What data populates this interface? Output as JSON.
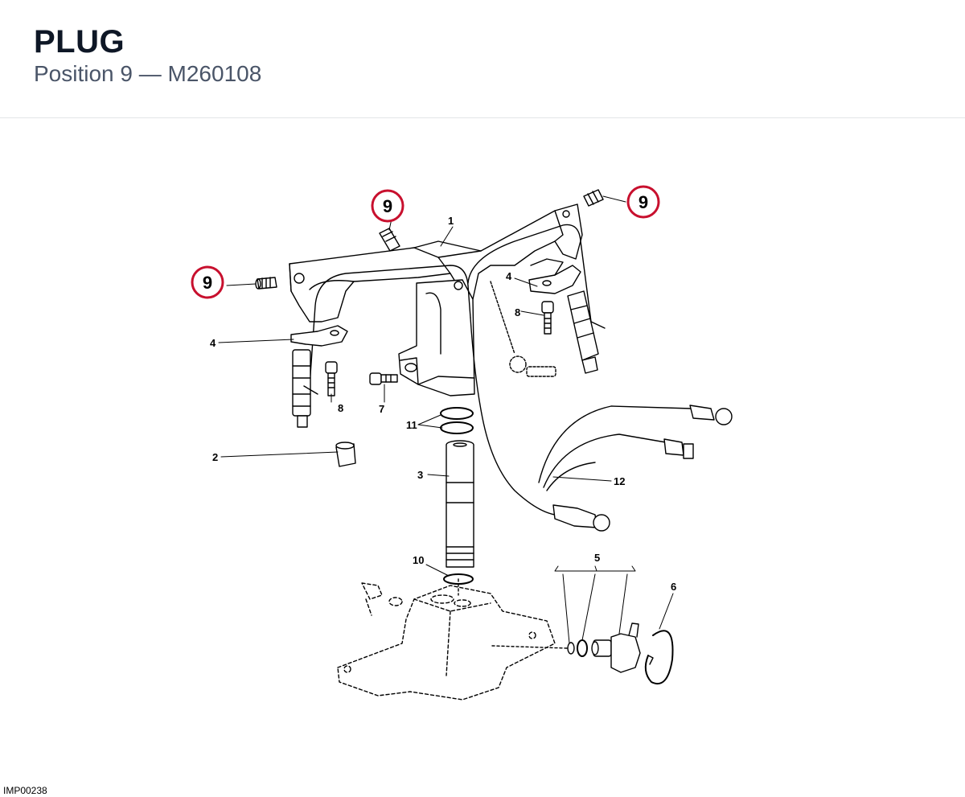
{
  "header": {
    "title": "PLUG",
    "subtitle": "Position 9 — M260108"
  },
  "diagram": {
    "highlight_color": "#c8102e",
    "highlighted_label": "9",
    "callouts": {
      "c1": "1",
      "c2": "2",
      "c3": "3",
      "c4a": "4",
      "c4b": "4",
      "c5": "5",
      "c6": "6",
      "c7": "7",
      "c8a": "8",
      "c8b": "8",
      "c10": "10",
      "c11": "11",
      "c12": "12"
    }
  },
  "footer": {
    "image_id": "IMP00238"
  }
}
